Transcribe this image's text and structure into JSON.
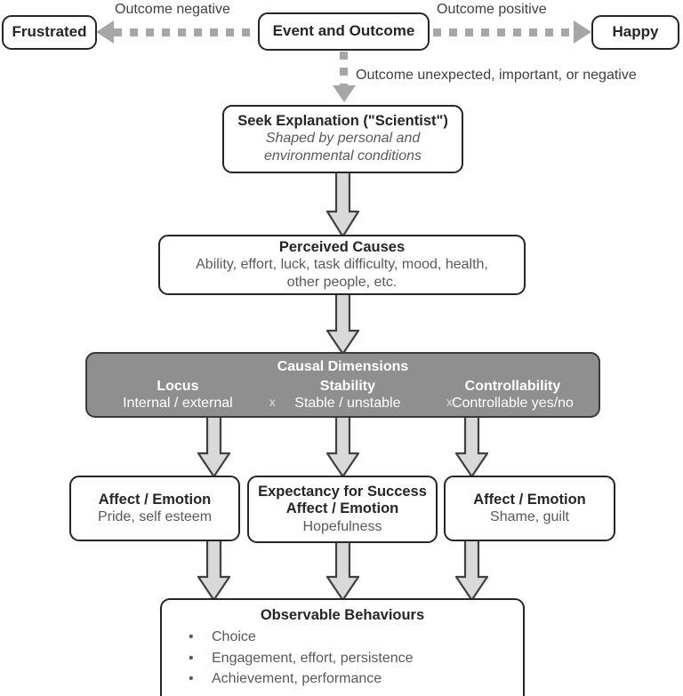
{
  "diagram": {
    "title": "Attribution theory flowchart",
    "colors": {
      "box_border": "#262626",
      "box_fill": "#ffffff",
      "gray_box_fill": "#8f8f8f",
      "gray_box_text": "#ffffff",
      "block_arrow_fill": "#d9d9d9",
      "block_arrow_stroke": "#404040",
      "dotted_connector": "#a6a6a6",
      "sub_text": "#595959"
    },
    "nodes": {
      "frustrated": {
        "label": "Frustrated"
      },
      "happy": {
        "label": "Happy"
      },
      "event": {
        "label": "Event and Outcome"
      },
      "seek": {
        "title": "Seek Explanation (\"Scientist\")",
        "sub_line1": "Shaped by personal and",
        "sub_line2": "environmental conditions"
      },
      "causes": {
        "title": "Perceived Causes",
        "sub_line1": "Ability, effort, luck, task difficulty, mood, health,",
        "sub_line2": "other people, etc."
      },
      "dimensions": {
        "title": "Causal Dimensions",
        "x_separator_1": "x",
        "x_separator_2": "x",
        "columns": [
          {
            "name": "Locus",
            "value": "Internal / external"
          },
          {
            "name": "Stability",
            "value": "Stable / unstable"
          },
          {
            "name": "Controllability",
            "value": "Controllable yes/no"
          }
        ]
      },
      "affect_left": {
        "title": "Affect / Emotion",
        "sub": "Pride, self esteem"
      },
      "expectancy": {
        "title_line1": "Expectancy for Success",
        "title_line2": "Affect / Emotion",
        "sub": "Hopefulness"
      },
      "affect_right": {
        "title": "Affect / Emotion",
        "sub": "Shame, guilt"
      },
      "behaviours": {
        "title": "Observable Behaviours",
        "bullets": [
          "Choice",
          "Engagement, effort, persistence",
          "Achievement, performance"
        ]
      }
    },
    "edge_labels": {
      "negative": "Outcome negative",
      "positive": "Outcome positive",
      "downward": "Outcome unexpected, important, or negative"
    }
  }
}
